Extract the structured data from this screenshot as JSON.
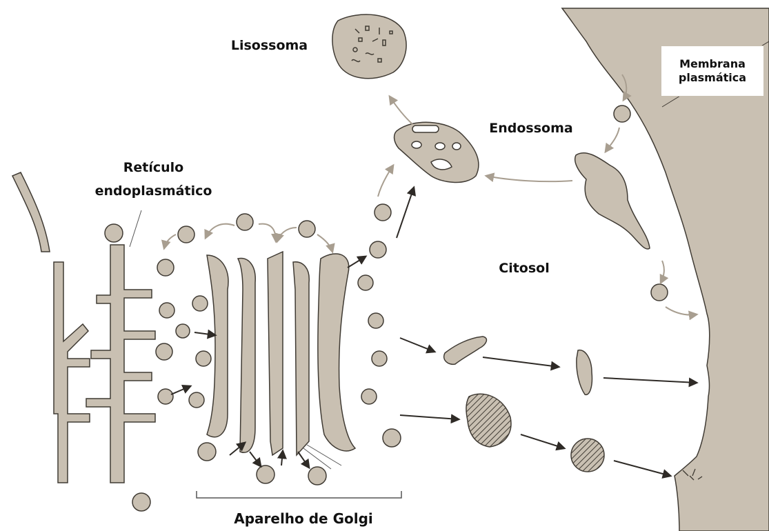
{
  "labels": {
    "lisossoma": "Lisossoma",
    "membrana_line1": "Membrana",
    "membrana_line2": "plasmática",
    "endossoma": "Endossoma",
    "reticulo_line1": "Retículo",
    "reticulo_line2": "endoplasmático",
    "citosol": "Citosol",
    "golgi": "Aparelho de Golgi"
  },
  "colors": {
    "organelle_fill": "#c9c0b2",
    "outline": "#3f3a33",
    "arrow_dark": "#2e2a26",
    "arrow_light": "#a89e90",
    "background": "#ffffff"
  }
}
